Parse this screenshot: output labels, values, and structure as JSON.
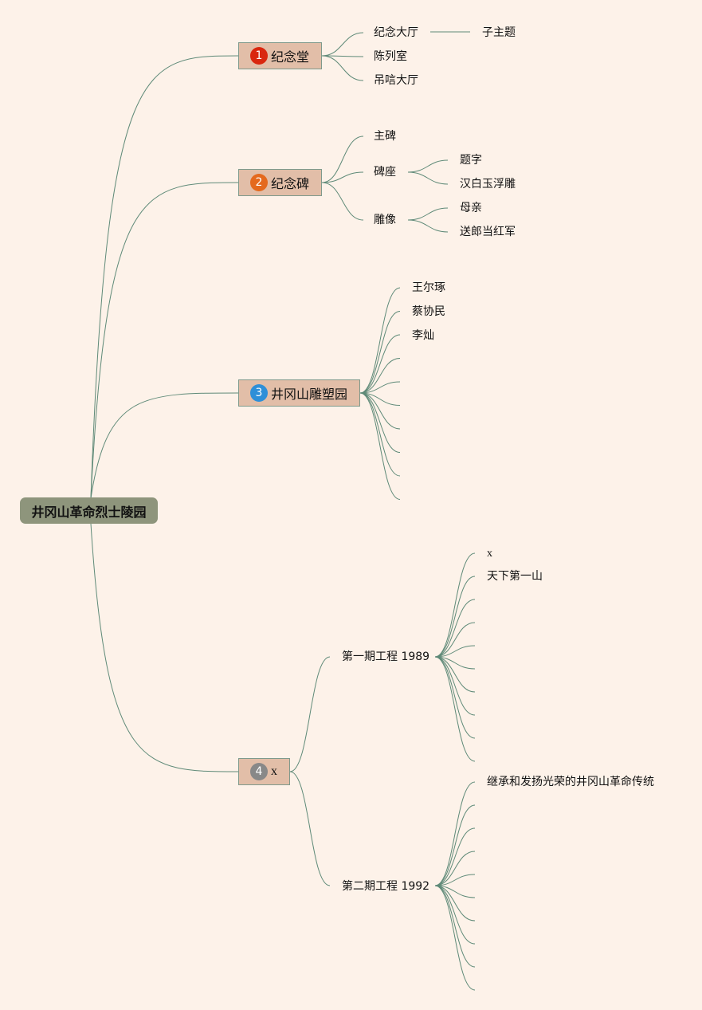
{
  "root": {
    "label": "井冈山革命烈士陵园"
  },
  "topics": [
    {
      "badge": "1",
      "badge_color": "#d9270f",
      "label": "纪念堂",
      "children": [
        "纪念大厅",
        "陈列室",
        "吊唁大厅"
      ],
      "grandchildren": {
        "hall": "子主题"
      }
    },
    {
      "badge": "2",
      "badge_color": "#e4691e",
      "label": "纪念碑",
      "children": [
        "主碑",
        "碑座",
        "雕像"
      ],
      "grandchildren": {
        "base": [
          "题字",
          "汉白玉浮雕"
        ],
        "statue": [
          "母亲",
          "送郎当红军"
        ]
      }
    },
    {
      "badge": "3",
      "badge_color": "#2e8fd8",
      "label": "井冈山雕塑园",
      "children": [
        "王尔琢",
        "蔡协民",
        "李灿"
      ]
    },
    {
      "badge": "4",
      "badge_color": "#888888",
      "label": "x",
      "children": [
        "第一期工程 1989",
        "第二期工程 1992"
      ],
      "grandchildren": {
        "phase1": [
          "x",
          "天下第一山"
        ],
        "phase2": [
          "继承和发扬光荣的井冈山革命传统"
        ]
      }
    }
  ],
  "colors": {
    "background": "#fdf2e9",
    "root_fill": "#8e957c",
    "topic_fill": "#e2bea8",
    "connector": "#5f8a78"
  }
}
